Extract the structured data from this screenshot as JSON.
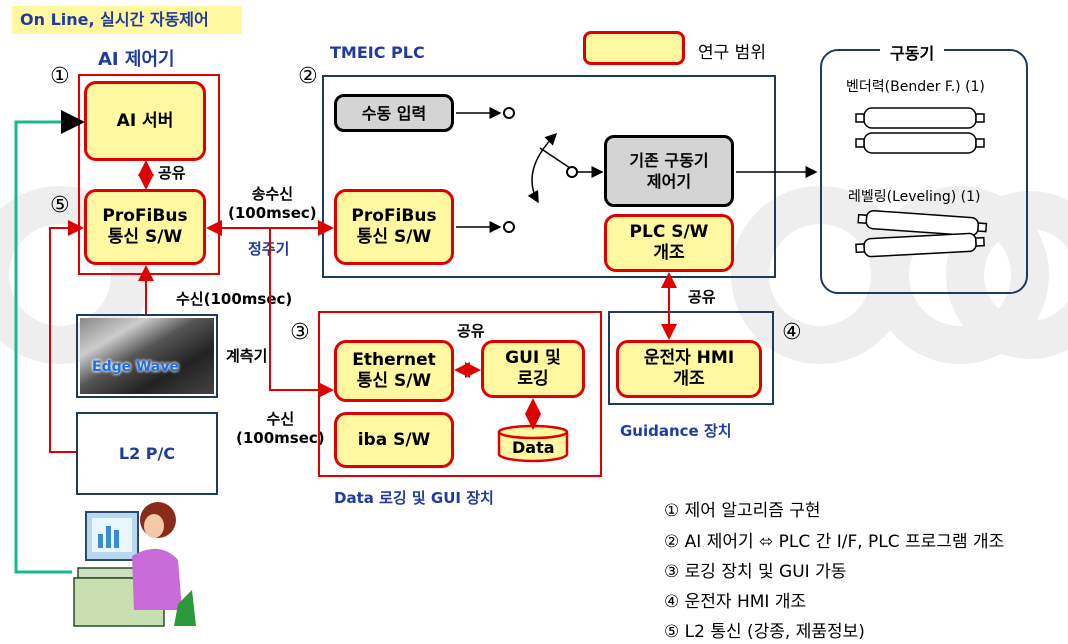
{
  "header": {
    "tag": "On Line, 실시간 자동제어"
  },
  "legend": {
    "label": "연구 범위"
  },
  "ai_controller": {
    "title": "AI 제어기",
    "num": "①",
    "num5": "⑤",
    "server": "AI 서버",
    "share": "공유",
    "profibus": "ProFiBus\n통신 S/W"
  },
  "plc": {
    "title": "TMEIC PLC",
    "num": "②",
    "manual": "수동 입력",
    "profibus": "ProFiBus\n통신 S/W",
    "existing": "기존 구동기\n제어기",
    "plc_sw": "PLC S/W\n개조"
  },
  "drive": {
    "title": "구동기",
    "bender": "벤더력(Bender F.) (1)",
    "leveling": "레벨링(Leveling) (1)"
  },
  "comm": {
    "send_recv": "송수신\n(100msec)",
    "periodic": "정주기",
    "recv1": "수신(100msec)",
    "sensor": "계측기",
    "recv2": "수신\n(100msec)",
    "share_hmi": "공유"
  },
  "edge": {
    "label": "Edge Wave"
  },
  "l2": {
    "label": "L2 P/C"
  },
  "logging": {
    "num": "③",
    "share": "공유",
    "ethernet": "Ethernet\n통신 S/W",
    "gui": "GUI 및\n로깅",
    "iba": "iba S/W",
    "data": "Data",
    "caption": "Data 로깅 및 GUI 장치"
  },
  "guidance": {
    "num": "④",
    "hmi": "운전자 HMI\n개조",
    "caption": "Guidance 장치"
  },
  "notes": [
    "① 제어 알고리즘 구현",
    "② AI 제어기 ⬄ PLC 간 I/F, PLC 프로그램 개조",
    "③ 로깅 장치 및 GUI 가동",
    "④ 운전자 HMI 개조",
    "⑤ L2 통신 (강종, 제품정보)"
  ],
  "colors": {
    "accent_red": "#e00000",
    "box_yellow": "#fff8a0",
    "title_blue": "#1f3ba0",
    "frame_navy": "#1f3a5f",
    "teal": "#17b890"
  }
}
